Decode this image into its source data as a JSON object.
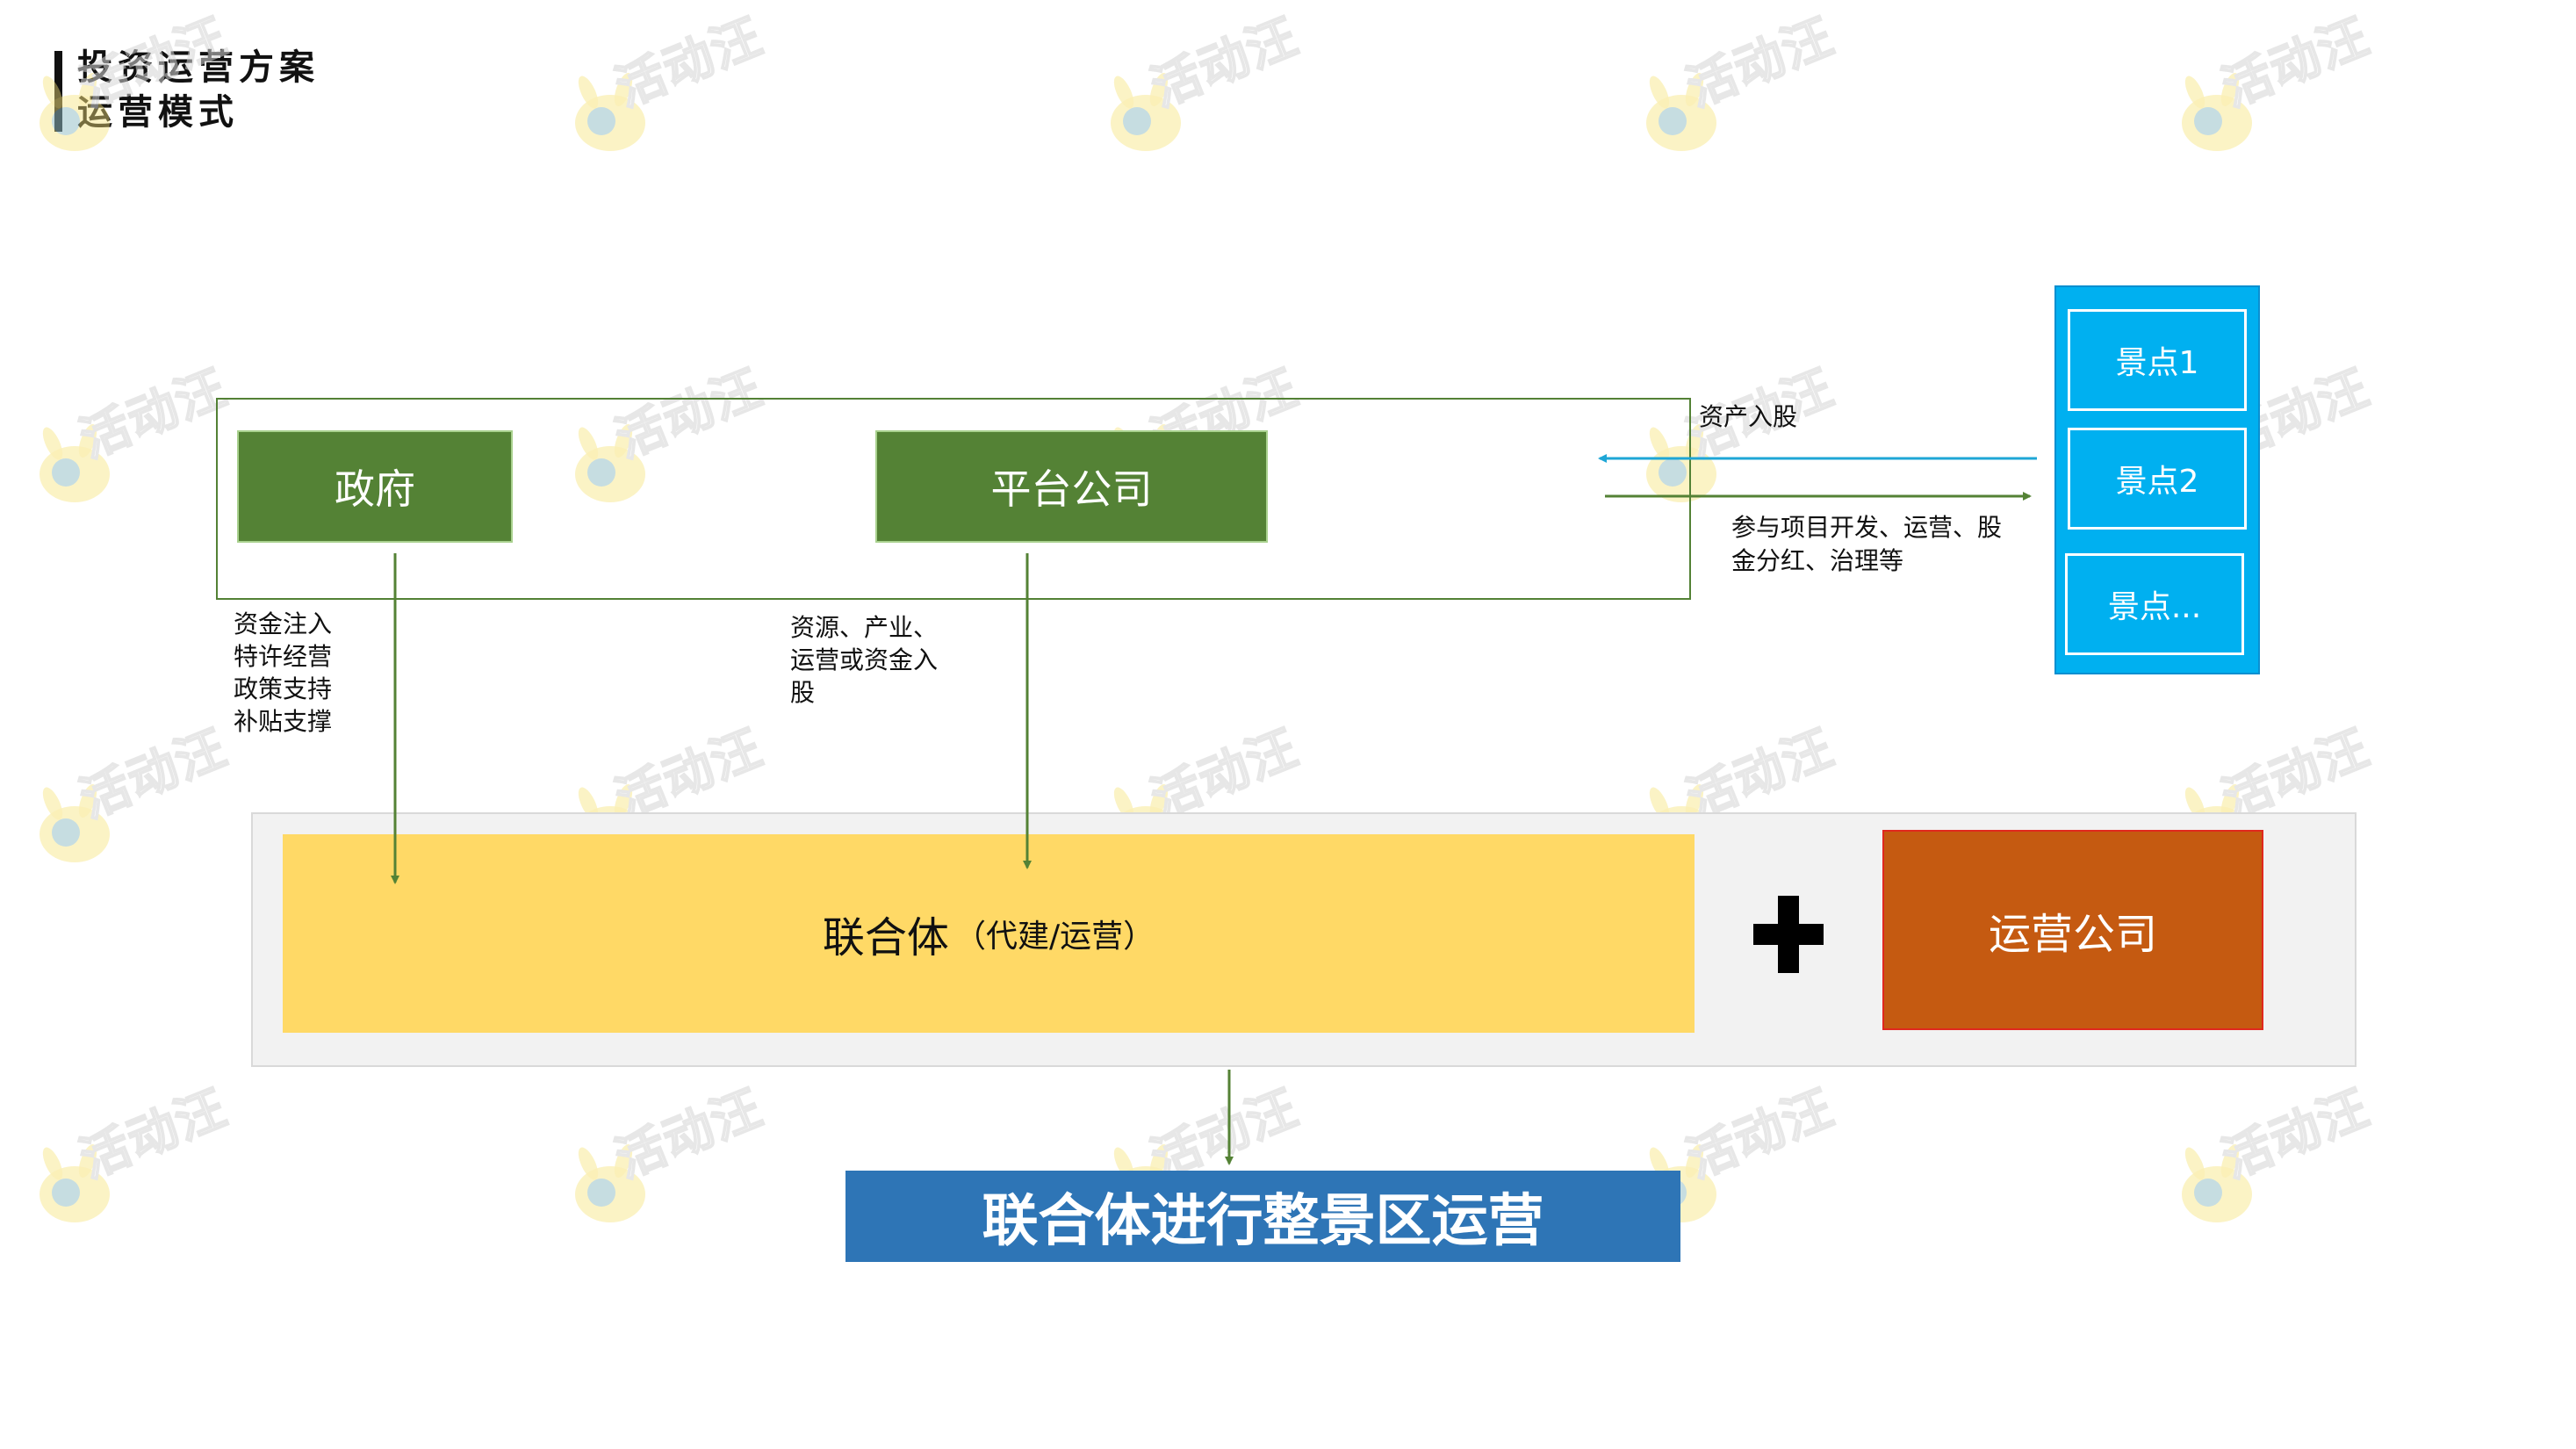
{
  "header": {
    "title_line1": "投资运营方案",
    "title_line2": "运营模式"
  },
  "diagram": {
    "government": "政府",
    "platform_company": "平台公司",
    "gov_inputs": [
      "资金注入",
      "特许经营",
      "政策支持",
      "补贴支撑"
    ],
    "platform_inputs": [
      "资源、产业、",
      "运营或资金入",
      "股"
    ],
    "asset_label": "资产入股",
    "participate_label_lines": [
      "参与项目开发、运营、股",
      "金分红、治理等"
    ],
    "spots": [
      "景点1",
      "景点2",
      "景点..."
    ],
    "consortium_main": "联合体",
    "consortium_sub": "（代建/运营）",
    "plus_icon": "plus-icon",
    "operation_company": "运营公司",
    "result": "联合体进行整景区运营"
  },
  "watermark": {
    "text": "活动汪",
    "icon": "mascot-icon"
  },
  "colors": {
    "green": "#548235",
    "green_outline": "#a9d18e",
    "frame_outline": "#538135",
    "spot_blue": "#00b0f0",
    "yellow": "#ffd966",
    "orange": "#c55a11",
    "result_blue": "#2e75b6",
    "arrow_green": "#548235",
    "arrow_blue": "#1ea6d6"
  }
}
